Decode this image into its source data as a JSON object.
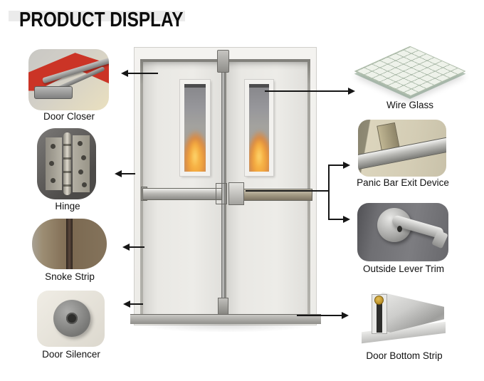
{
  "title": "PRODUCT DISPLAY",
  "items": {
    "door_closer": {
      "label": "Door Closer"
    },
    "hinge": {
      "label": "Hinge"
    },
    "snoke_strip": {
      "label": "Snoke Strip"
    },
    "door_silencer": {
      "label": "Door Silencer"
    },
    "wire_glass": {
      "label": "Wire Glass"
    },
    "panic_bar": {
      "label": "Panic Bar Exit Device"
    },
    "outside_lever": {
      "label": "Outside Lever Trim"
    },
    "door_bottom": {
      "label": "Door Bottom Strip"
    }
  },
  "colors": {
    "title": "#0c0c0c",
    "arrow": "#161616",
    "flame_accent": "#f0a23e",
    "door_closer_frame_red": "#cb3426"
  }
}
